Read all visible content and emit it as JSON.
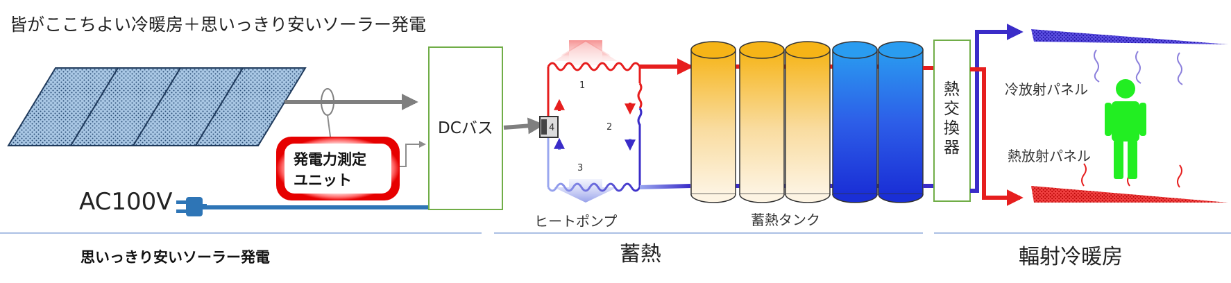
{
  "title": "皆がここちよい冷暖房＋思いっきり安いソーラー発電",
  "labels": {
    "dc_bus": "DCバス",
    "measure_unit_line1": "発電力測定",
    "measure_unit_line2": "ユニット",
    "ac100v": "AC100V",
    "heat_pump": "ヒートポンプ",
    "storage_tank": "蓄熱タンク",
    "heat_exchanger": [
      "熱",
      "交",
      "換",
      "器"
    ],
    "cooling_panel": "冷放射パネル",
    "heating_panel": "熱放射パネル",
    "cycle_numbers": [
      "1",
      "2",
      "3",
      "4"
    ]
  },
  "sections": {
    "solar": "思いっきり安いソーラー発電",
    "storage": "蓄熱",
    "radiant": "輻射冷暖房"
  },
  "colors": {
    "hot": "#e61e1e",
    "cold": "#3a2cc8",
    "grey_arrow": "#7f7f7f",
    "box_border": "#70ad47",
    "person": "#22ee22",
    "ac_line": "#2e75b6"
  },
  "icons": [
    "solar-panel-icon",
    "plug-icon",
    "compressor-icon",
    "person-icon"
  ]
}
